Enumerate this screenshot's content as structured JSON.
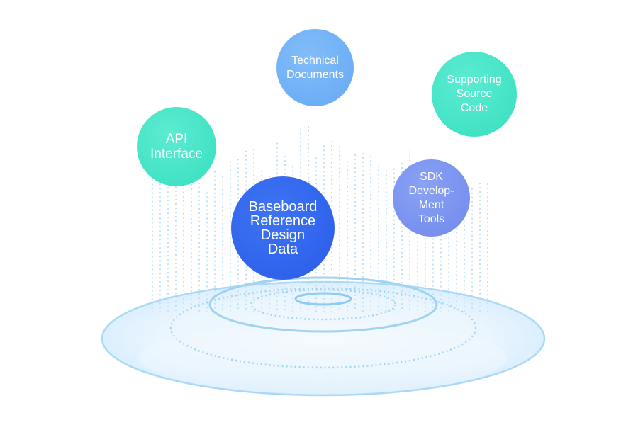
{
  "colors": {
    "teal": "#3fe4c7",
    "sky_blue": "#6fb0f7",
    "periwinkle": "#7b95f0",
    "royal_blue": "#2e63ee",
    "ring_blue": "#a9d9f6",
    "dot_blue": "#b9dcf5"
  },
  "bubbles": {
    "technical_documents": "Technical\nDocuments",
    "supporting_source_code": "Supporting\nSource\nCode",
    "api_interface": "API\nInterface",
    "sdk_development_tools": "SDK\nDevelop-\nMent\nTools",
    "baseboard_reference_design_data": "Baseboard\nReference\nDesign\nData"
  }
}
